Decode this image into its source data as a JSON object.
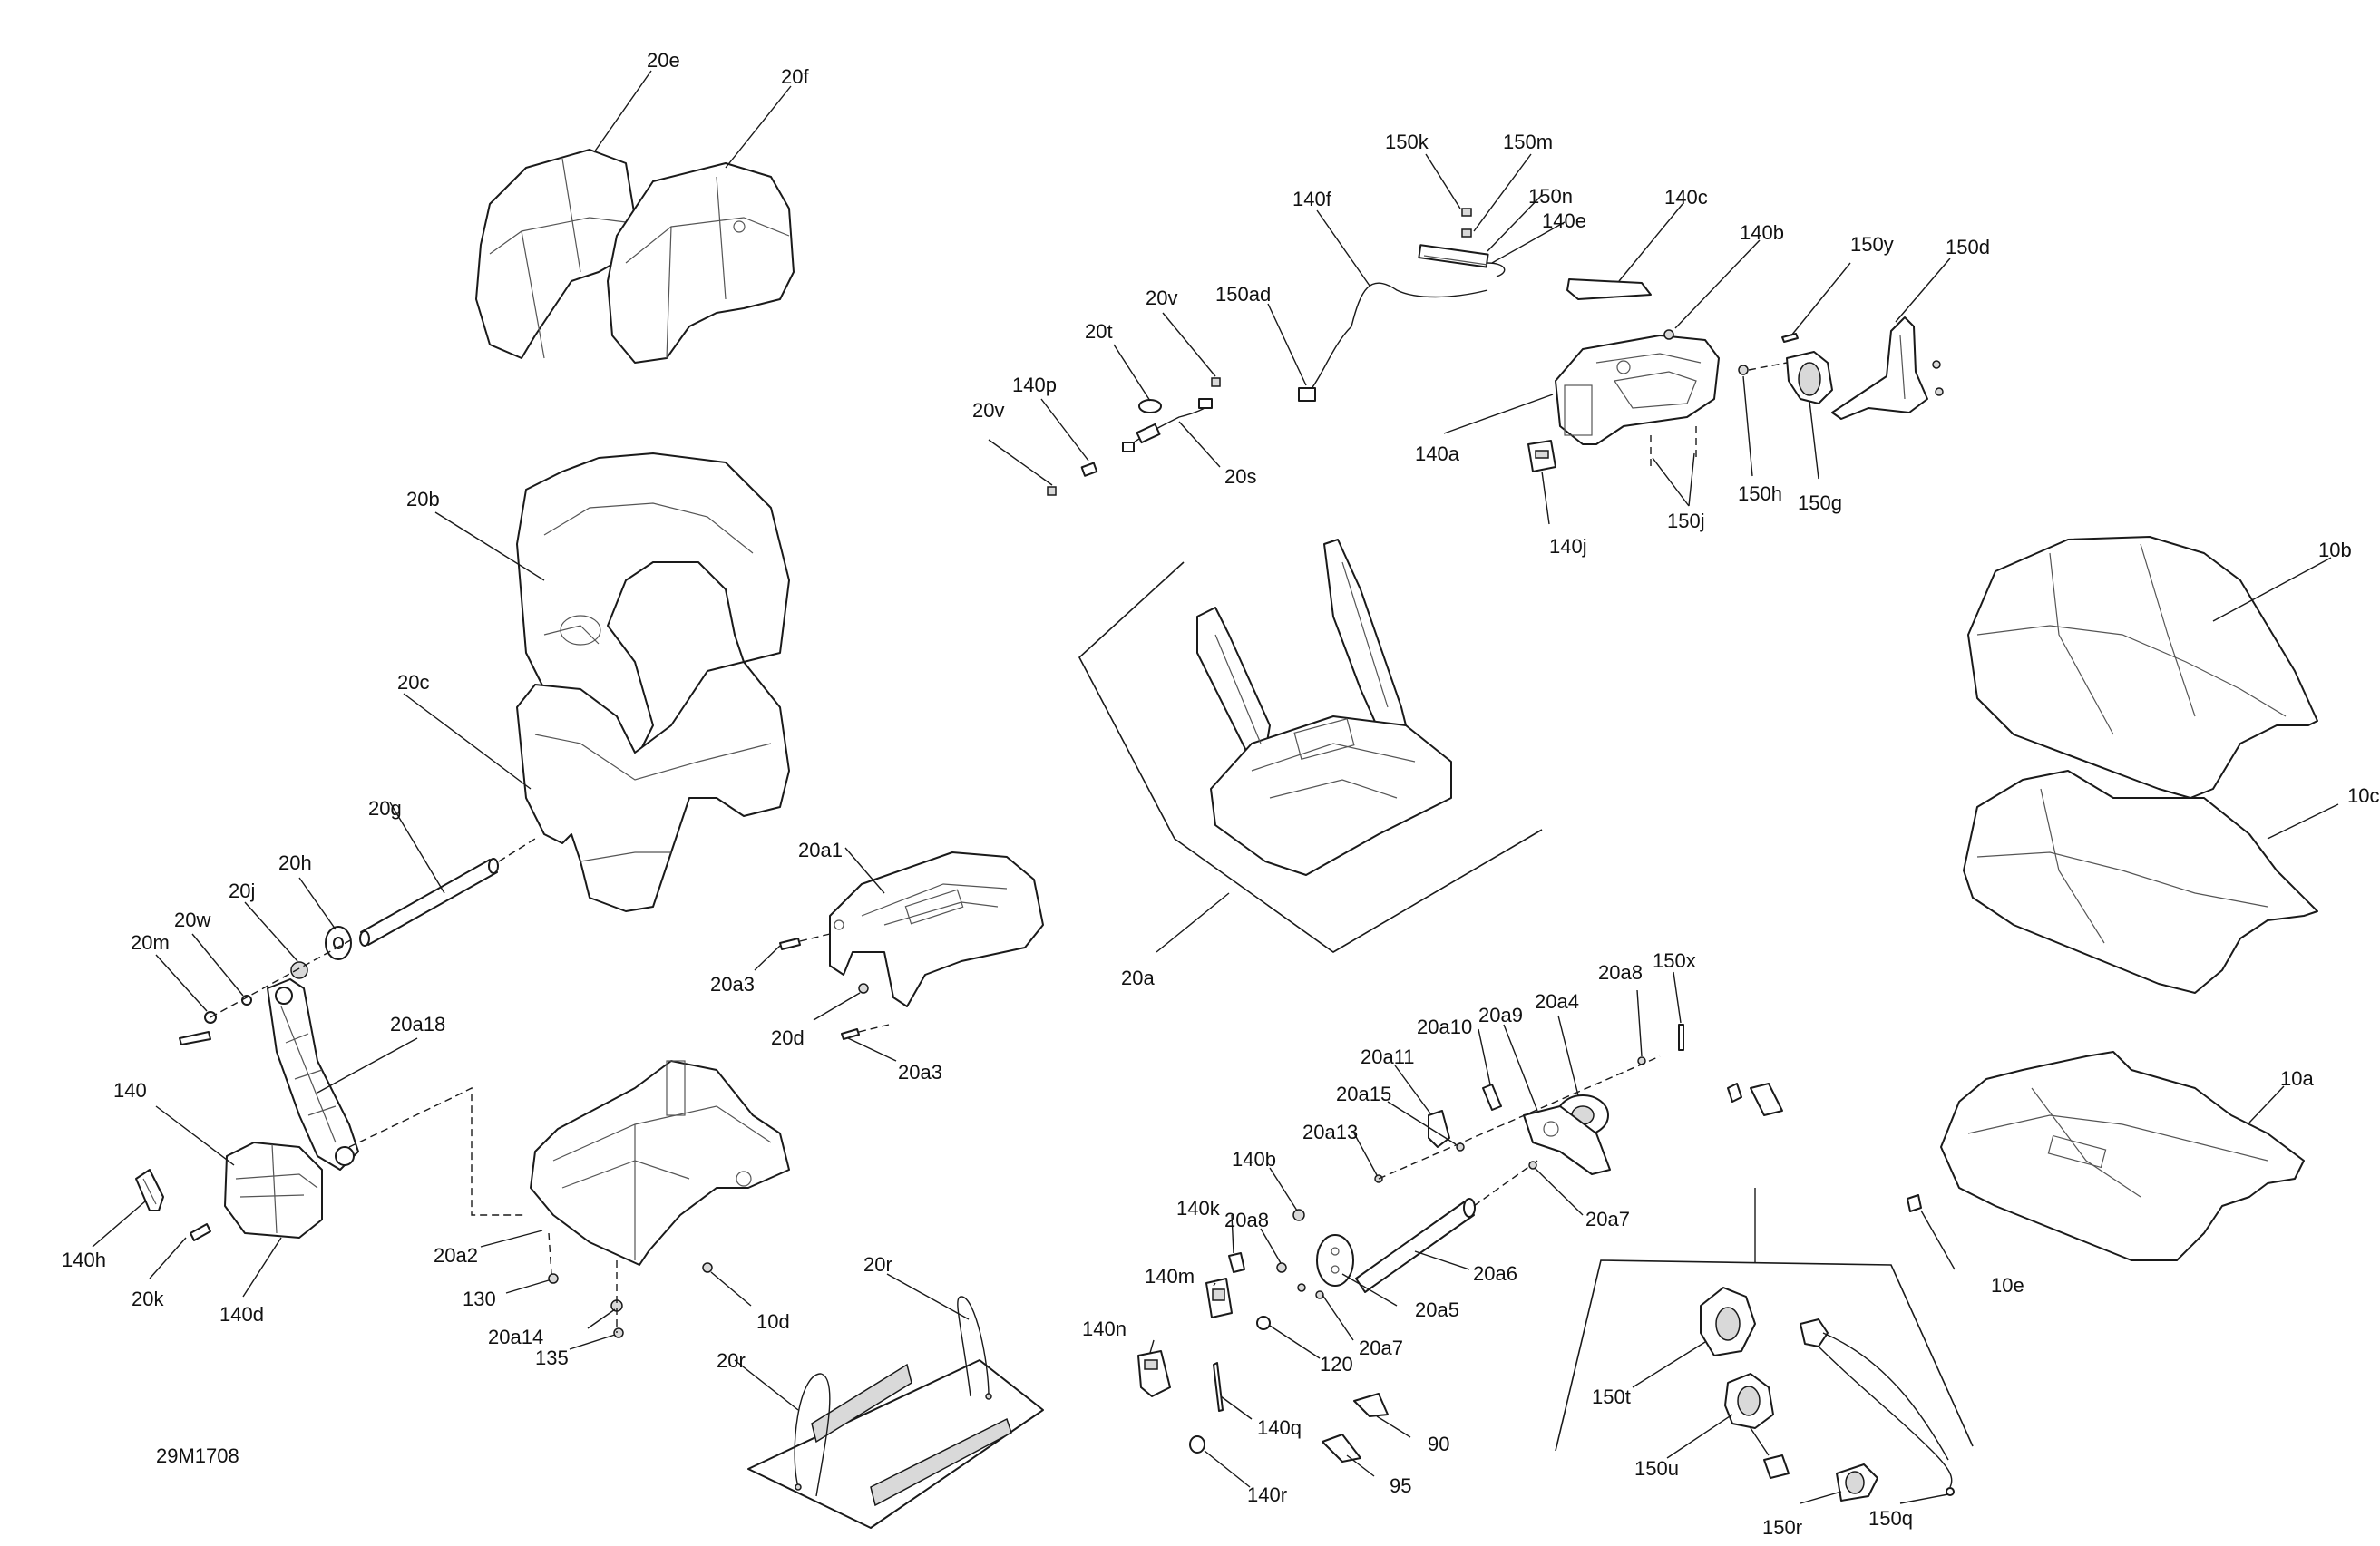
{
  "drawing_id": "29M1708",
  "part_labels": {
    "p20e": "20e",
    "p20f": "20f",
    "p20b": "20b",
    "p20c": "20c",
    "p20g": "20g",
    "p20h": "20h",
    "p20j": "20j",
    "p20w": "20w",
    "p20m": "20m",
    "p20a18": "20a18",
    "p140": "140",
    "p140h": "140h",
    "p20k": "20k",
    "p140d": "140d",
    "p20a1": "20a1",
    "p20a3_top": "20a3",
    "p20d": "20d",
    "p20a3_bottom": "20a3",
    "p20a2": "20a2",
    "p130": "130",
    "p20a14": "20a14",
    "p135": "135",
    "p10d": "10d",
    "p20r_top": "20r",
    "p20r_left": "20r",
    "p150k": "150k",
    "p150m": "150m",
    "p150n": "150n",
    "p140e": "140e",
    "p140f": "140f",
    "p140c": "140c",
    "p140b_top": "140b",
    "p150y": "150y",
    "p150d": "150d",
    "p150ad": "150ad",
    "p20v_top": "20v",
    "p20t": "20t",
    "p140p": "140p",
    "p20v_left": "20v",
    "p20s": "20s",
    "p140a": "140a",
    "p140j": "140j",
    "p150j": "150j",
    "p150h": "150h",
    "p150g": "150g",
    "p10b": "10b",
    "p10c": "10c",
    "p20a": "20a",
    "p10a": "10a",
    "p10e": "10e",
    "p20a10": "20a10",
    "p20a9": "20a9",
    "p20a4": "20a4",
    "p20a8_top": "20a8",
    "p150x": "150x",
    "p20a11": "20a11",
    "p20a15": "20a15",
    "p20a13": "20a13",
    "p140b_mid": "140b",
    "p20a7_right": "20a7",
    "p140k": "140k",
    "p20a8_mid": "20a8",
    "p140m": "140m",
    "p20a6": "20a6",
    "p20a5": "20a5",
    "p140n": "140n",
    "p20a7_low": "20a7",
    "p120": "120",
    "p140q": "140q",
    "p90": "90",
    "p95": "95",
    "p140r": "140r",
    "p150t": "150t",
    "p150u": "150u",
    "p150r": "150r",
    "p150q": "150q"
  }
}
